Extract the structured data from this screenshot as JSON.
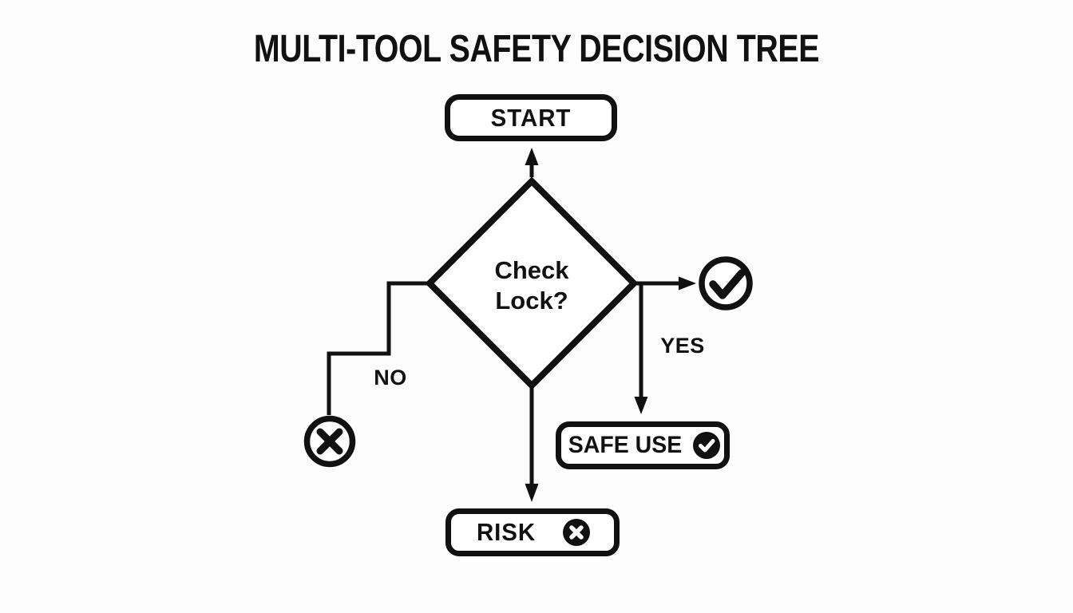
{
  "title": "MULTI-TOOL SAFETY DECISION TREE",
  "colors": {
    "ink": "#111111",
    "background": "#fdfdfd",
    "node_fill": "#ffffff"
  },
  "flowchart": {
    "start": {
      "label": "START"
    },
    "decision": {
      "line1": "Check",
      "line2": "Lock?"
    },
    "no_branch": {
      "label": "NO",
      "terminal_icon": "x-circle-outline-icon"
    },
    "yes_branch": {
      "label": "YES",
      "terminal_icon": "check-circle-outline-icon"
    },
    "safe_use": {
      "label": "SAFE USE",
      "badge_icon": "check-badge-icon"
    },
    "risk": {
      "label": "RISK",
      "badge_icon": "x-badge-icon"
    }
  }
}
